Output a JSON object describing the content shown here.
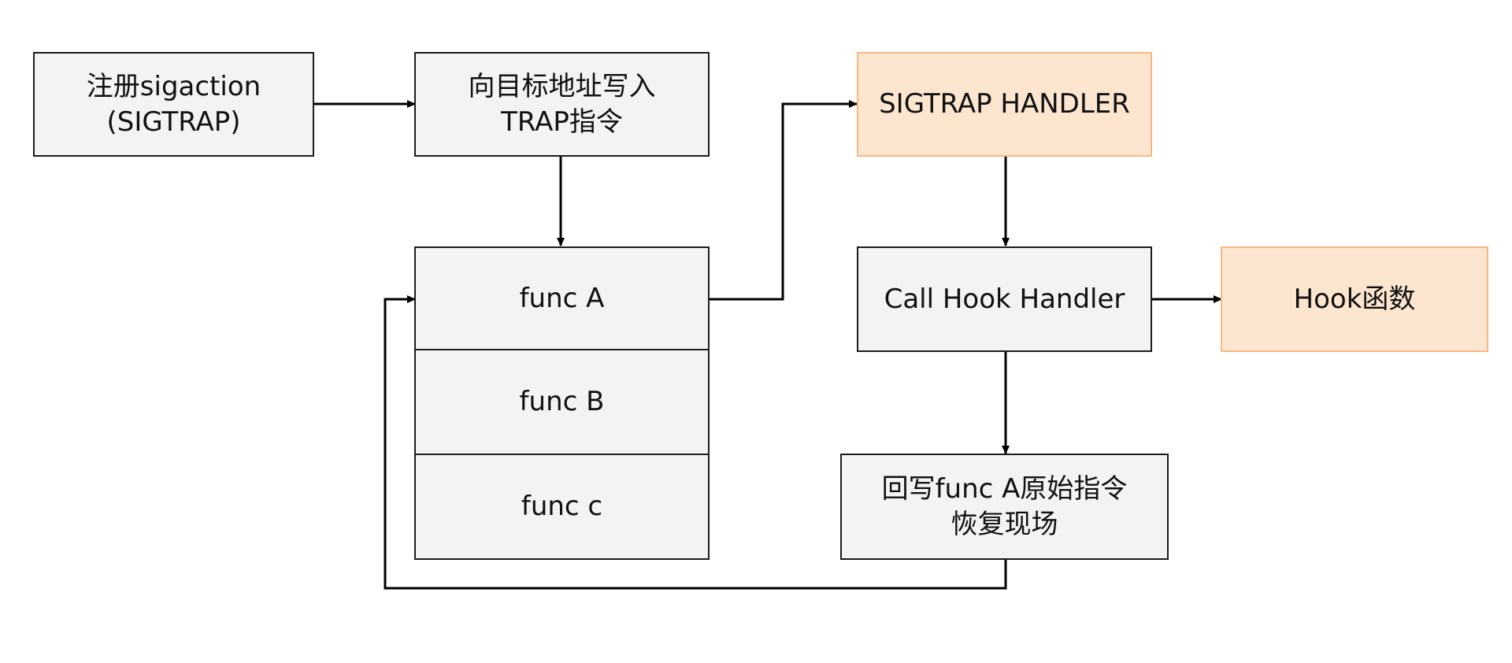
{
  "nodes": {
    "register": {
      "line1": "注册sigaction",
      "line2": "(SIGTRAP)"
    },
    "write_trap": {
      "line1": "向目标地址写入",
      "line2": "TRAP指令"
    },
    "sigtrap_handler": {
      "label": "SIGTRAP HANDLER"
    },
    "func_a": {
      "label": "func A"
    },
    "func_b": {
      "label": "func B"
    },
    "func_c": {
      "label": "func c"
    },
    "call_hook_handler": {
      "label": "Call Hook Handler"
    },
    "hook_func": {
      "label": "Hook函数"
    },
    "restore": {
      "line1": "回写func A原始指令",
      "line2": "恢复现场"
    }
  },
  "colors": {
    "box_fill": "#f3f3f3",
    "box_border": "#1c1c1c",
    "highlight_fill": "#fde6d0",
    "highlight_border": "#f5b884",
    "arrow": "#000000"
  }
}
